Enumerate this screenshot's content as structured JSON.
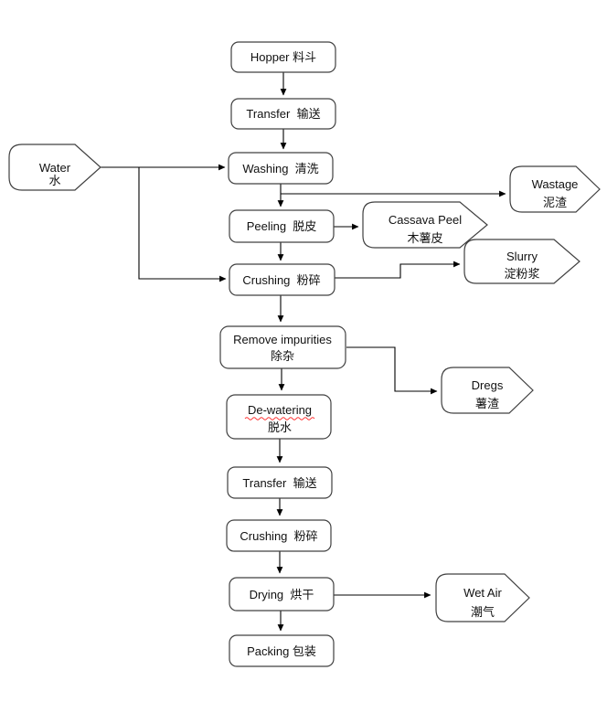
{
  "colors": {
    "background": "#ffffff",
    "box_stroke": "#404040",
    "connector": "#000000",
    "text": "#111111",
    "spellcheck_underline": "#ff2a2a"
  },
  "nodes": {
    "hopper": {
      "label": "Hopper 料斗"
    },
    "transfer_1": {
      "label": "Transfer  输送"
    },
    "washing": {
      "label": "Washing  清洗"
    },
    "water": {
      "line1": "Water",
      "line2": "水"
    },
    "wastage": {
      "line1": "Wastage",
      "line2": "泥渣"
    },
    "peeling": {
      "label": "Peeling  脱皮"
    },
    "cassava_peel": {
      "line1": "Cassava Peel",
      "line2": "木薯皮"
    },
    "crushing_1": {
      "label": "Crushing  粉碎"
    },
    "slurry": {
      "line1": "Slurry",
      "line2": "淀粉浆"
    },
    "remove_impurities": {
      "line1": "Remove impurities",
      "line2": "除杂"
    },
    "dregs": {
      "line1": "Dregs",
      "line2": "薯渣"
    },
    "dewatering": {
      "line1": "De-watering",
      "line2": "脱水"
    },
    "transfer_2": {
      "label": "Transfer  输送"
    },
    "crushing_2": {
      "label": "Crushing  粉碎"
    },
    "drying": {
      "label": "Drying  烘干"
    },
    "wet_air": {
      "line1": "Wet Air",
      "line2": "潮气"
    },
    "packing": {
      "label": "Packing 包装"
    }
  },
  "edges": [
    {
      "from": "hopper",
      "to": "transfer_1"
    },
    {
      "from": "transfer_1",
      "to": "washing"
    },
    {
      "from": "water",
      "to": "washing"
    },
    {
      "from": "water",
      "to": "crushing_1"
    },
    {
      "from": "washing",
      "to": "peeling"
    },
    {
      "from": "washing",
      "to": "wastage"
    },
    {
      "from": "peeling",
      "to": "cassava_peel"
    },
    {
      "from": "peeling",
      "to": "crushing_1"
    },
    {
      "from": "crushing_1",
      "to": "slurry"
    },
    {
      "from": "crushing_1",
      "to": "remove_impurities"
    },
    {
      "from": "remove_impurities",
      "to": "dregs"
    },
    {
      "from": "remove_impurities",
      "to": "dewatering"
    },
    {
      "from": "dewatering",
      "to": "transfer_2"
    },
    {
      "from": "transfer_2",
      "to": "crushing_2"
    },
    {
      "from": "crushing_2",
      "to": "drying"
    },
    {
      "from": "drying",
      "to": "wet_air"
    },
    {
      "from": "drying",
      "to": "packing"
    }
  ]
}
